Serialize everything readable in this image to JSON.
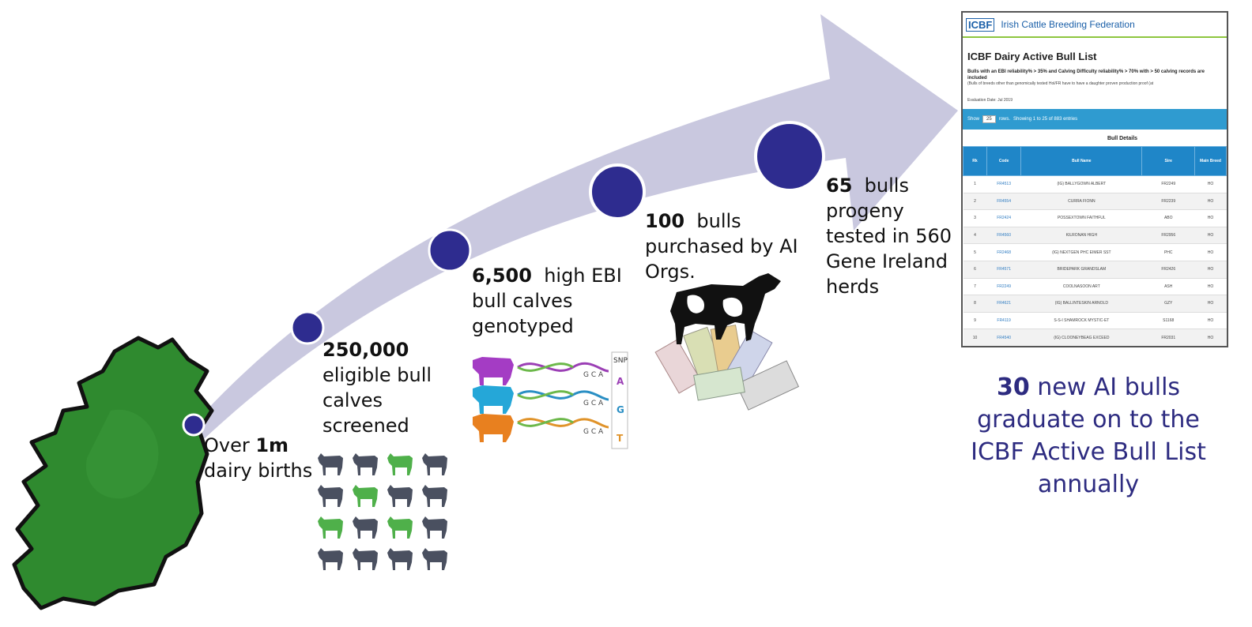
{
  "stages": [
    {
      "pre": "Over ",
      "bold": "1m",
      "rest": "dairy births"
    },
    {
      "pre": "",
      "bold": "250,000",
      "rest": "eligible bull calves screened"
    },
    {
      "pre": "",
      "bold": "6,500",
      "rest": "high EBI bull calves genotyped"
    },
    {
      "pre": "",
      "bold": "100",
      "rest": "bulls purchased by AI Orgs."
    },
    {
      "pre": "",
      "bold": "65",
      "rest": "bulls progeny tested in 560 Gene Ireland herds"
    }
  ],
  "summary": {
    "bold": "30",
    "text": " new AI bulls graduate on to the ICBF Active Bull List annually"
  },
  "dna_labels": {
    "snp": "SNP",
    "gca": "G C A",
    "bases": [
      "A",
      "G",
      "T"
    ]
  },
  "panel": {
    "logo": "ICBF",
    "org": "Irish Cattle Breeding Federation",
    "title": "ICBF Dairy Active Bull List",
    "criteria": "Bulls with an EBI reliability% > 35% and Calving Difficulty reliability% > 70% with > 50 calving records are included",
    "note": "(Bulls of breeds other than genomically tested Hol/FR have to have a daughter proven production proof (at",
    "eval_date": "Evaluation Date: Jul 2019",
    "show": "Show",
    "rows_select": "25",
    "rows_text": "rows.",
    "showing": "Showing 1 to 25 of 883 entries",
    "bull_details": "Bull Details",
    "columns": [
      "Rk",
      "Code",
      "Bull Name",
      "Sire",
      "Main Breed"
    ],
    "rows": [
      [
        "1",
        "FR4513",
        "(IG) BALLYGOWN ALBERT",
        "FR2249",
        "HO"
      ],
      [
        "2",
        "FR4554",
        "CURRA FIONN",
        "FR2239",
        "HO"
      ],
      [
        "3",
        "FR2424",
        "POSSEXTOWN FAITHFUL",
        "ABO",
        "HO"
      ],
      [
        "4",
        "FR4560",
        "KILRONAN HIGH",
        "FR2956",
        "HO"
      ],
      [
        "5",
        "FR2468",
        "(IG) NEXTGEN PHC EIMER SST",
        "PHC",
        "HO"
      ],
      [
        "6",
        "FR4571",
        "BRIDEPARK GRANDSLAM",
        "FR2426",
        "HO"
      ],
      [
        "7",
        "FR2249",
        "COOLNASOON ART",
        "ASH",
        "HO"
      ],
      [
        "8",
        "FR4621",
        "(IG) BALLINTESKIN ARNOLD",
        "GZY",
        "HO"
      ],
      [
        "9",
        "FR4119",
        "S-S-I SHAMROCK MYSTIC-ET",
        "S1168",
        "HO"
      ],
      [
        "10",
        "FR4540",
        "(IG) CLOONEYBEAG EXCEED",
        "FR2031",
        "HO"
      ]
    ]
  },
  "colors": {
    "arrow": "#c9c8df",
    "dot": "#2e2c8f",
    "map": "#2f8a2f",
    "calf_grey": "#4a5060",
    "calf_green": "#4fb04a",
    "summary": "#2d2b80"
  }
}
